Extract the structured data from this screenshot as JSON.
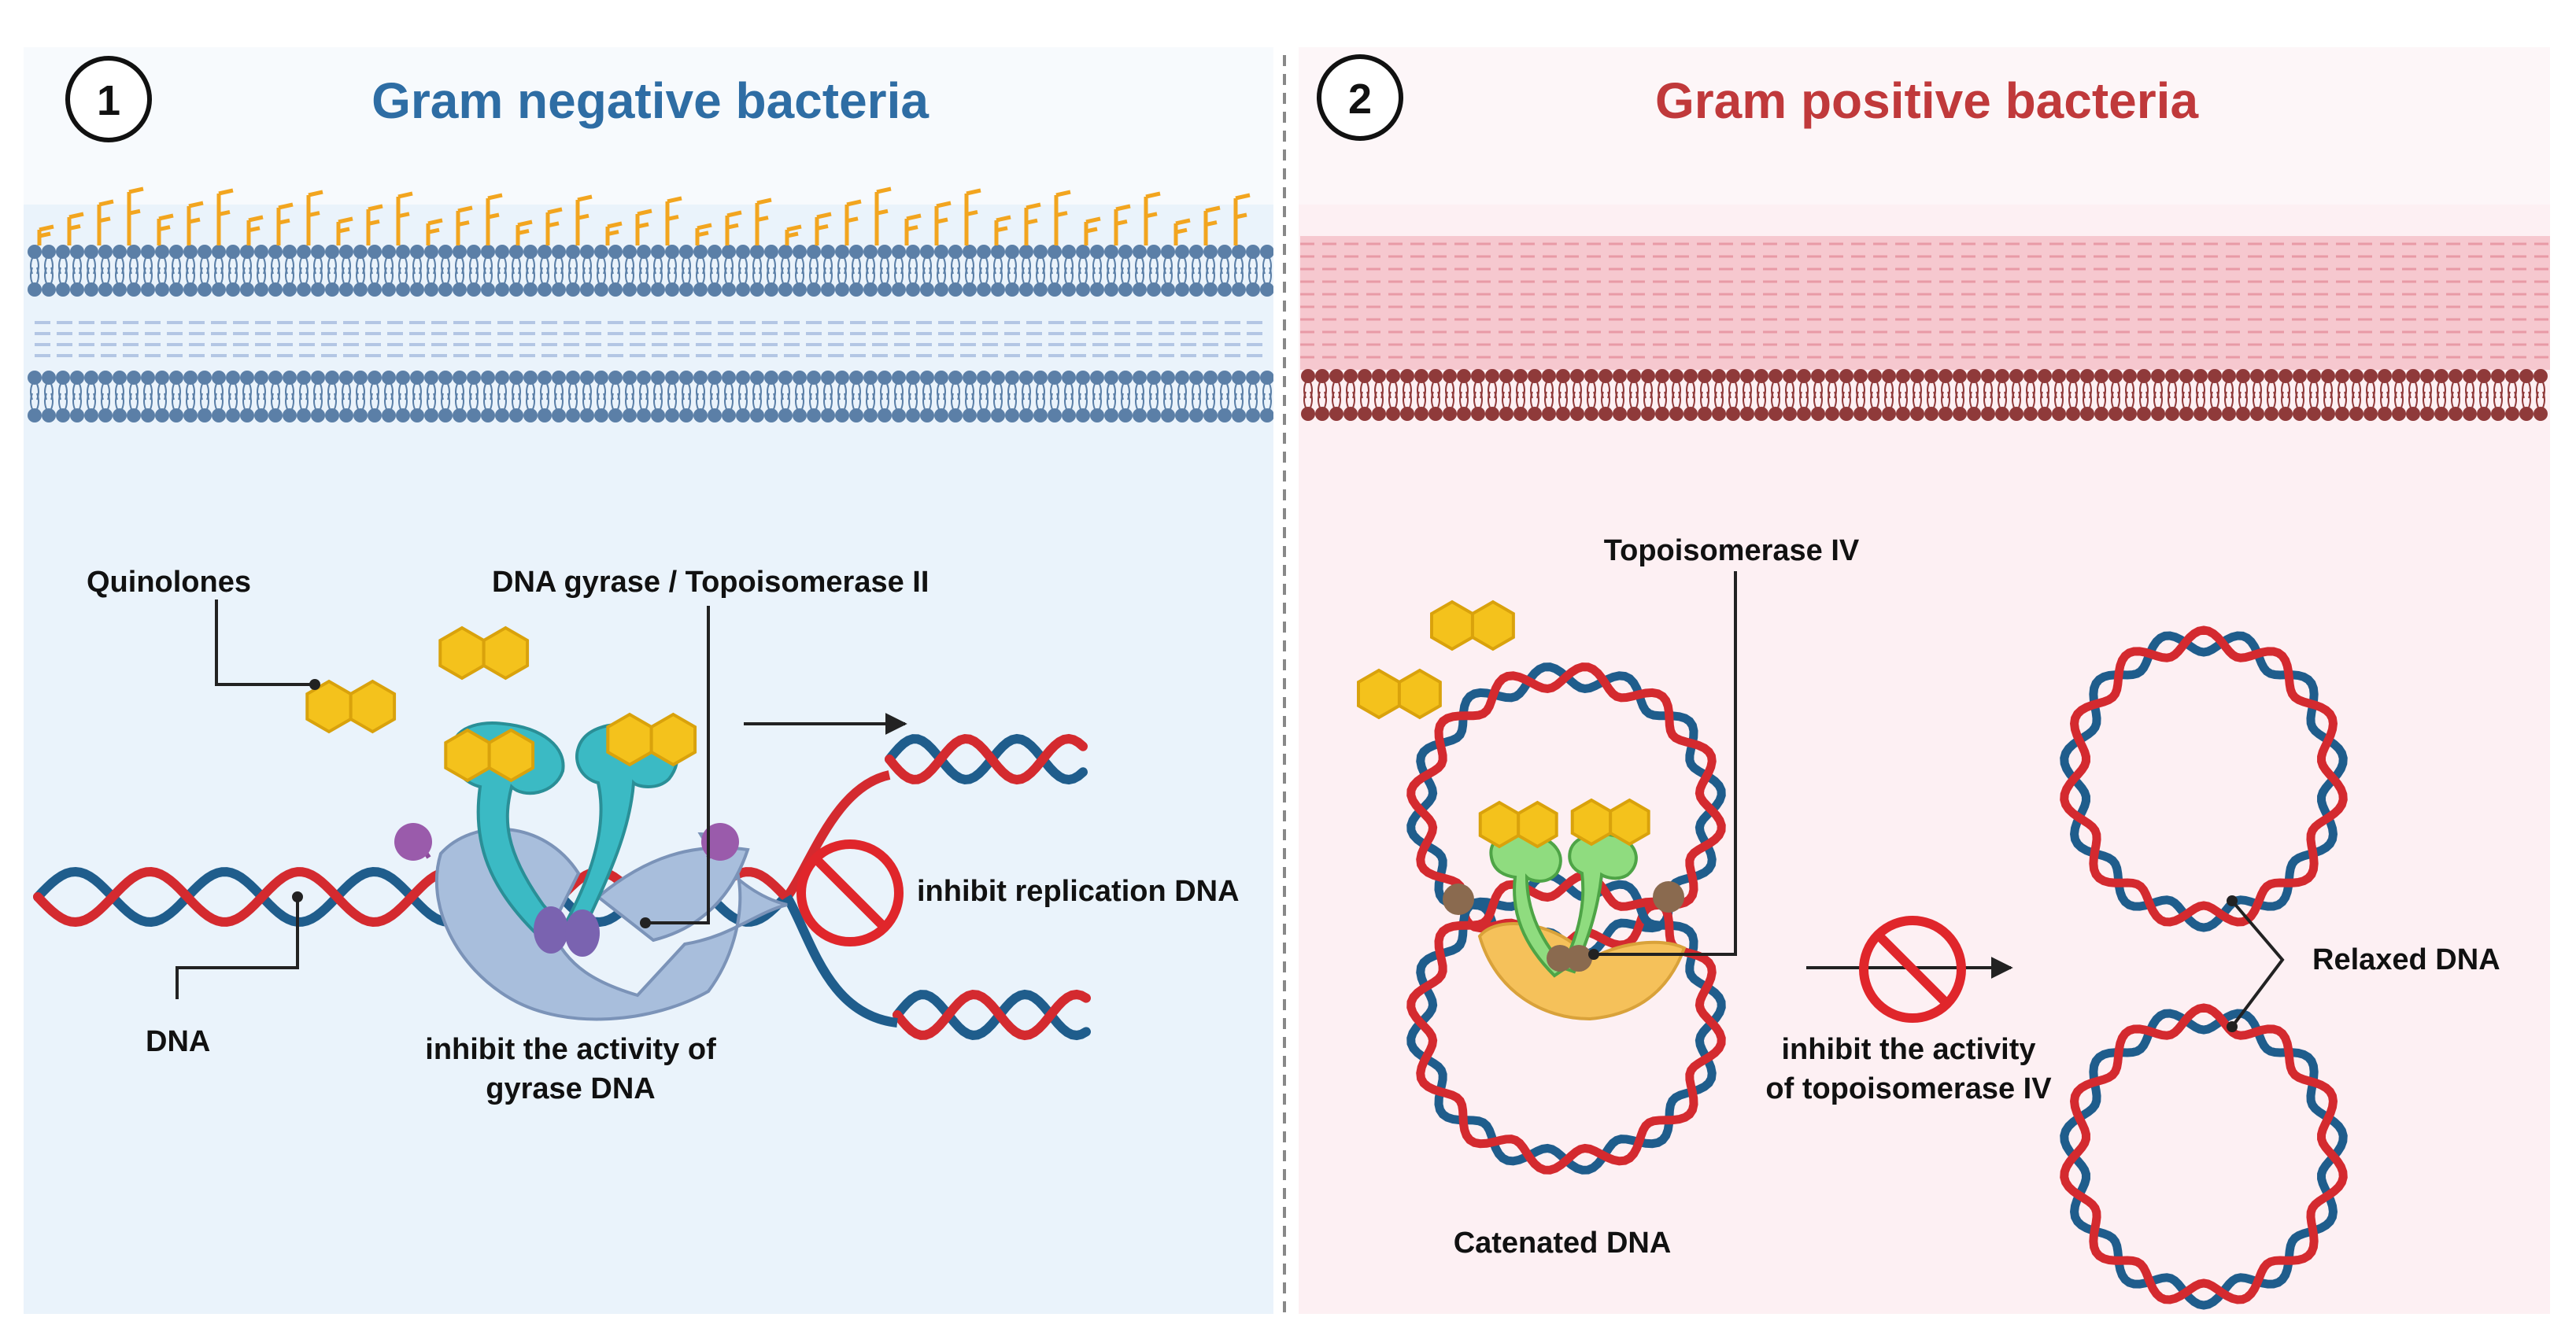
{
  "panel_left": {
    "number": "1",
    "title": "Gram negative bacteria",
    "labels": {
      "quinolones": "Quinolones",
      "gyrase": "DNA gyrase / Topoisomerase II",
      "replication": "inhibit replication DNA",
      "dna": "DNA",
      "activity_line1": "inhibit the activity of",
      "activity_line2": "gyrase DNA"
    }
  },
  "panel_right": {
    "number": "2",
    "title": "Gram positive bacteria",
    "labels": {
      "topo": "Topoisomerase IV",
      "relaxed": "Relaxed DNA",
      "activity_line1": "inhibit the activity",
      "activity_line2": "of topoisomerase IV",
      "catenated": "Catenated DNA"
    }
  },
  "colors": {
    "left_bg": "#eaf3fb",
    "right_bg": "#fdf0f3",
    "left_title": "#2e6da4",
    "right_title": "#c0393b",
    "membrane_blue": "#5b7fa7",
    "membrane_red": "#8f3a3a",
    "lps": "#f2a51f",
    "dna_red": "#d42a2f",
    "dna_blue": "#1f5d8c",
    "drug": "#f4c21c",
    "gyrase_teal": "#3bbac4",
    "enzyme_blue": "#a8bedc",
    "enzyme_green": "#8fdc7f",
    "enzyme_orange": "#f5c15a",
    "inhibit": "#e0262b"
  },
  "icons": [
    "quinolone-hexagon-icon",
    "no-sign-icon",
    "arrow-right-icon"
  ]
}
